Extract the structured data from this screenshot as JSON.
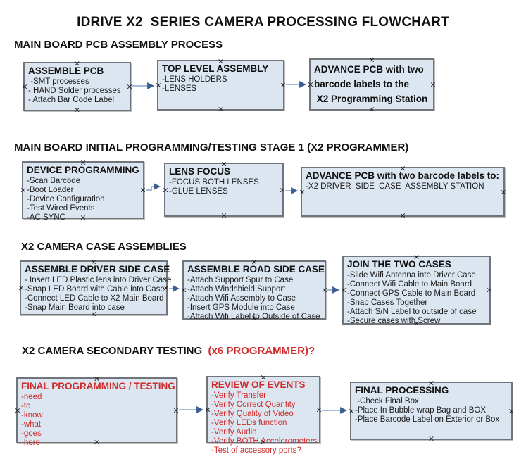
{
  "title": "IDRIVE X2  SERIES CAMERA PROCESSING FLOWCHART",
  "colors": {
    "box_fill": "#DCE6F1",
    "box_border": "#70757B",
    "arrow_line": "#95B3D7",
    "arrow_head": "#3C5C94",
    "red_text": "#CE2B2B",
    "text": "#111111"
  },
  "sections": [
    {
      "heading": "MAIN BOARD PCB ASSEMBLY PROCESS",
      "heading_red": "",
      "boxes": [
        {
          "title": "ASSEMBLE PCB",
          "items": [
            " -SMT processes",
            "- HAND Solder processes",
            "- Attach Bar Code Label"
          ]
        },
        {
          "title": "TOP LEVEL ASSEMBLY",
          "items": [
            "-LENS HOLDERS",
            "-LENSES"
          ]
        },
        {
          "title": "ADVANCE PCB with two\nbarcode labels to the\n X2 Programming Station",
          "items": []
        }
      ]
    },
    {
      "heading": "MAIN BOARD INITIAL PROGRAMMING/TESTING STAGE 1 (X2 PROGRAMMER)",
      "heading_red": "",
      "boxes": [
        {
          "title": "DEVICE PROGRAMMING",
          "items": [
            "-Scan Barcode",
            "-Boot Loader",
            "-Device Configuration",
            "-Test Wired Events",
            "-AC SYNC"
          ]
        },
        {
          "title": "LENS FOCUS",
          "items": [
            "-FOCUS BOTH LENSES",
            "-GLUE LENSES"
          ]
        },
        {
          "title": "ADVANCE PCB with two barcode labels to:",
          "items": [
            "-X2 DRIVER  SIDE  CASE  ASSEMBLY STATION"
          ]
        }
      ]
    },
    {
      "heading": "X2 CAMERA CASE ASSEMBLIES",
      "heading_red": "",
      "boxes": [
        {
          "title": "ASSEMBLE DRIVER SIDE CASE",
          "items": [
            "- Insert LED Plastic lens into Driver Case",
            "-Snap LED Board with Cable into Case",
            "-Connect LED Cable to X2 Main Board",
            "-Snap Main Board into case"
          ]
        },
        {
          "title": "ASSEMBLE ROAD SIDE CASE",
          "items": [
            "-Attach Support Spur to Case",
            "-Attach Windshield Support",
            "-Attach Wifi Assembly to Case",
            "-Insert GPS Module into Case",
            "-Attach Wifi Label to Outside of Case"
          ]
        },
        {
          "title": "JOIN THE TWO CASES",
          "items": [
            "-Slide Wifi Antenna into Driver Case",
            "-Connect Wifi Cable to Main Board",
            "-Connect GPS Cable to Main Board",
            "-Snap Cases Together",
            "-Attach S/N Label to outside of case",
            "-Secure cases with Screw"
          ]
        }
      ]
    },
    {
      "heading": "X2 CAMERA SECONDARY TESTING",
      "heading_red": "  (x6 PROGRAMMER)?",
      "boxes": [
        {
          "title": "FINAL PROGRAMMING / TESTING",
          "items": [
            "-need",
            "-to",
            "-know",
            "-what",
            "-goes",
            "-here"
          ]
        },
        {
          "title": "REVIEW OF EVENTS",
          "items": [
            "-Verify Transfer",
            "-Verify Correct Quantity",
            "-Verify Quality of Video",
            "-Verify LEDs function",
            "-Verify Audio",
            "-Verify BOTH Accelerometers",
            "-Test of accessory ports?"
          ]
        },
        {
          "title": "FINAL PROCESSING",
          "items": [
            " -Check Final Box",
            "-Place In Bubble wrap Bag and BOX",
            "-Place Barcode Label on Exterior or Box"
          ]
        }
      ]
    }
  ]
}
